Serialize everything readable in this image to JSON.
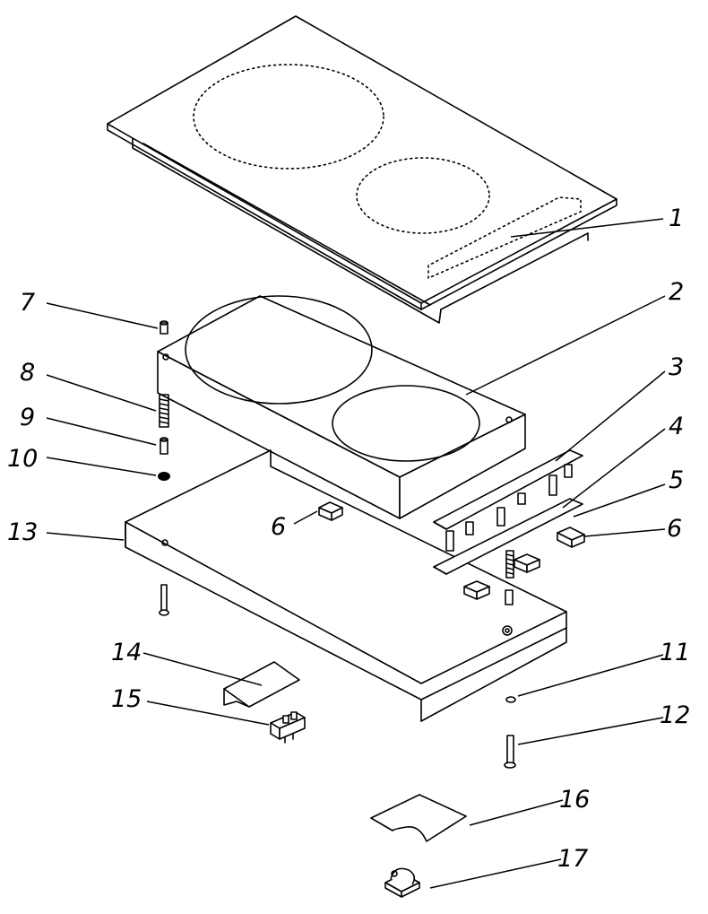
{
  "labels": {
    "l1": "1",
    "l2": "2",
    "l3": "3",
    "l4": "4",
    "l5": "5",
    "l6a": "6",
    "l6b": "6",
    "l7": "7",
    "l8": "8",
    "l9": "9",
    "l10": "10",
    "l11": "11",
    "l12": "12",
    "l13": "13",
    "l14": "14",
    "l15": "15",
    "l16": "16",
    "l17": "17"
  }
}
